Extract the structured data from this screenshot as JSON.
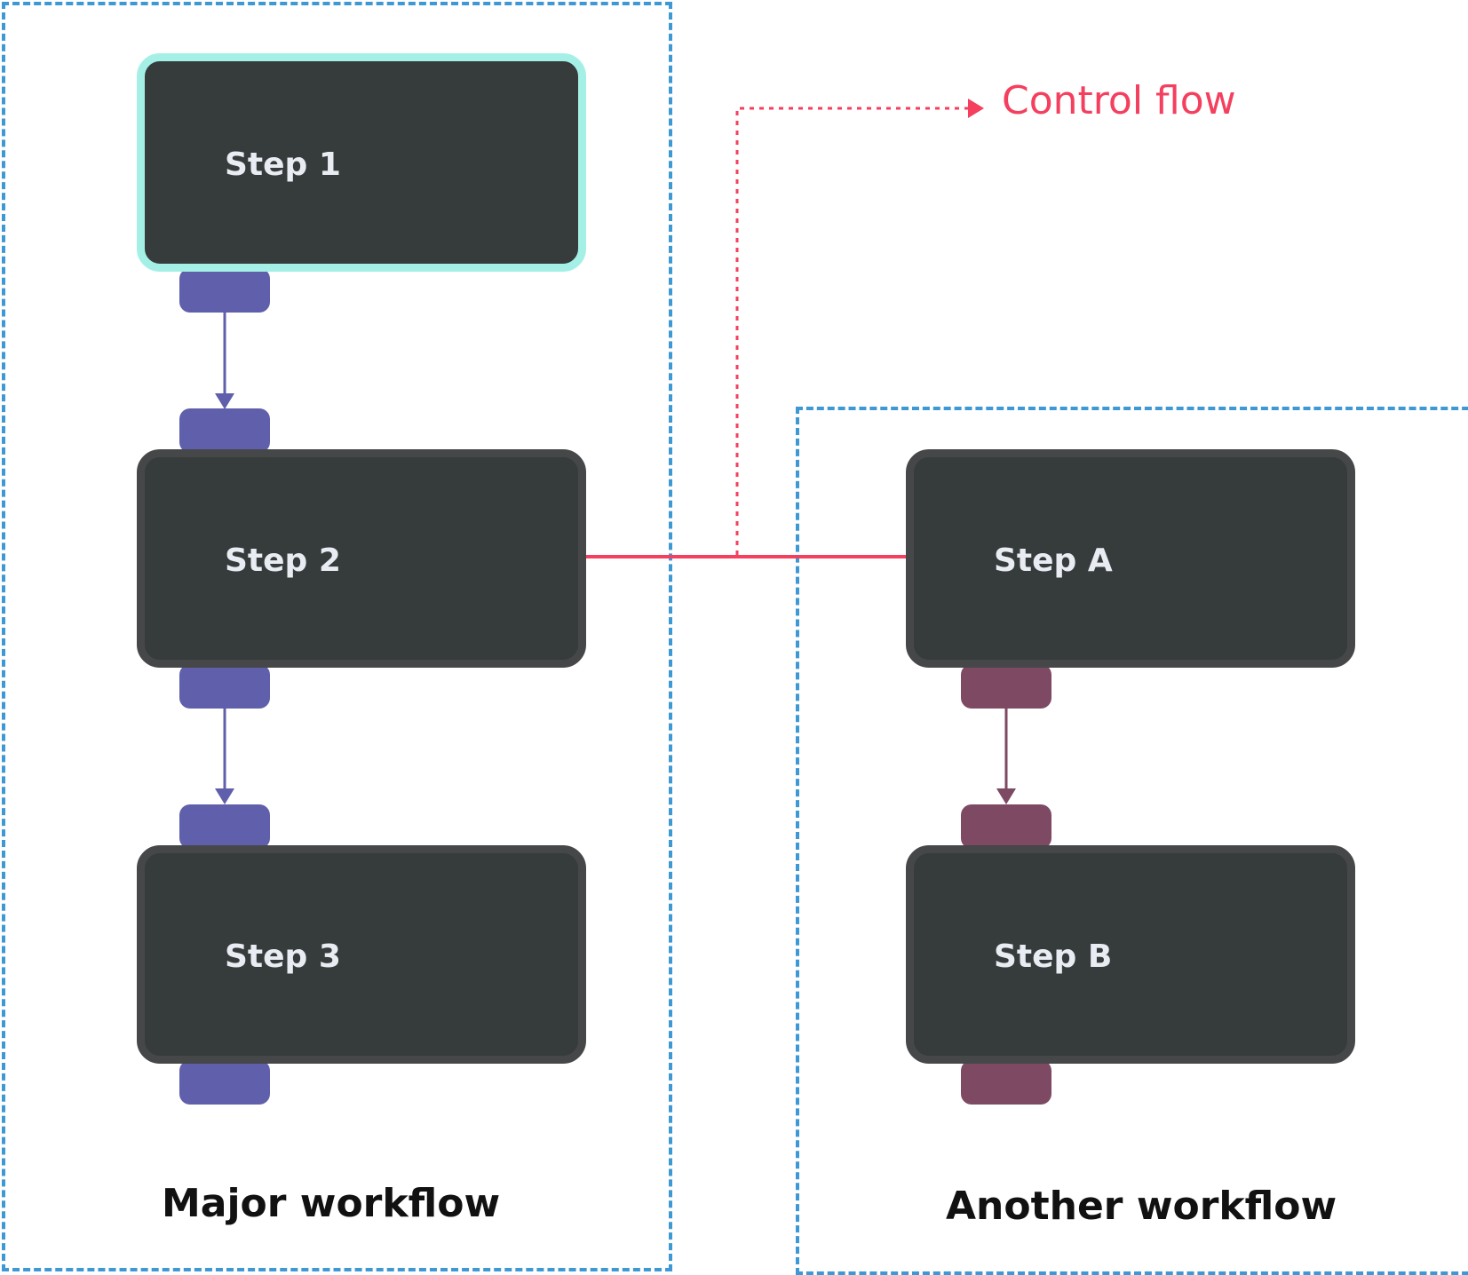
{
  "legend": {
    "control_flow_label": "Control flow"
  },
  "groups": [
    {
      "id": "major",
      "label": "Major workflow"
    },
    {
      "id": "another",
      "label": "Another workflow"
    }
  ],
  "steps": [
    {
      "id": "step-1",
      "label": "Step 1",
      "highlighted": true
    },
    {
      "id": "step-2",
      "label": "Step 2"
    },
    {
      "id": "step-3",
      "label": "Step 3"
    },
    {
      "id": "step-a",
      "label": "Step A"
    },
    {
      "id": "step-b",
      "label": "Step B"
    }
  ],
  "colors": {
    "group_border": "#3d98d3",
    "node_fill": "#363b3b",
    "node_border": "#464749",
    "highlight_border": "#a5f0e6",
    "major_port": "#5f5fab",
    "another_port": "#7d4963",
    "control_flow": "#f43f5e"
  }
}
